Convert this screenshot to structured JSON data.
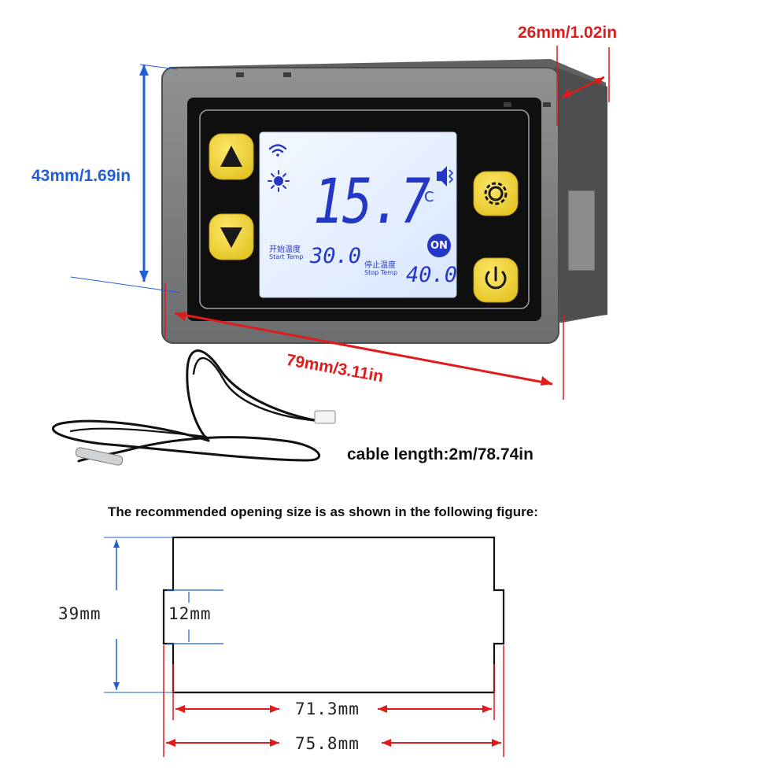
{
  "product_dimensions": {
    "depth": "26mm/1.02in",
    "height": "43mm/1.69in",
    "width": "79mm/3.11in"
  },
  "cable_label": "cable length:2m/78.74in",
  "opening_caption": "The recommended opening size is as shown in the following figure:",
  "opening_dimensions": {
    "height": "39mm",
    "notch": "12mm",
    "inner_width": "71.3mm",
    "outer_width": "75.8mm"
  },
  "display": {
    "temperature": "15.7",
    "unit": "°C",
    "on_badge": "ON",
    "start_label_cn": "开始温度",
    "start_label_en": "Start Temp",
    "start_value": "30.0",
    "stop_label_cn": "停止温度",
    "stop_label_en": "Stop Temp",
    "stop_value": "40.0"
  },
  "colors": {
    "dimension_red": "#e01b1b",
    "dimension_blue": "#1f5fd6",
    "housing_gray": "#7b7d7f",
    "button_yellow": "#f2d43a",
    "lcd_blue": "#e7f0ff",
    "segment_blue": "#2438c8"
  },
  "icons": [
    "up-arrow-icon",
    "down-arrow-icon",
    "gear-icon",
    "power-icon",
    "wifi-icon",
    "sun-icon",
    "speaker-icon"
  ]
}
